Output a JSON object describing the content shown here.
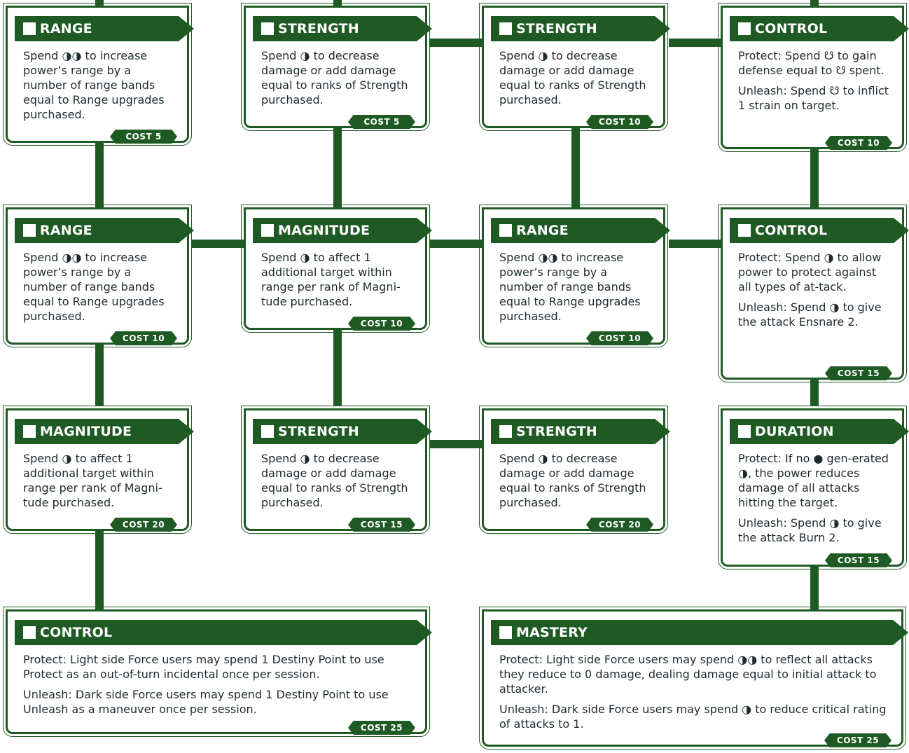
{
  "theme": {
    "accent": "#1f5a24",
    "text": "#1f2a2f"
  },
  "cards": {
    "r1c1": {
      "title": "RANGE",
      "p1": "Spend ◑◑ to increase power’s range by a number of range bands equal to Range upgrades purchased.",
      "cost": "COST 5"
    },
    "r1c2": {
      "title": "STRENGTH",
      "p1": "Spend ◑ to decrease damage or add damage equal to ranks of Strength purchased.",
      "cost": "COST 5"
    },
    "r1c3": {
      "title": "STRENGTH",
      "p1": "Spend ◑ to decrease damage or add damage equal to ranks of Strength purchased.",
      "cost": "COST 10"
    },
    "r1c4": {
      "title": "CONTROL",
      "p1": "Protect: Spend ☋ to gain defense equal to ☋ spent.",
      "p2": "Unleash: Spend ☋ to inflict 1 strain on target.",
      "cost": "COST 10"
    },
    "r2c1": {
      "title": "RANGE",
      "p1": "Spend ◑◑ to increase power’s range by a number of range bands equal to Range upgrades purchased.",
      "cost": "COST 10"
    },
    "r2c2": {
      "title": "MAGNITUDE",
      "p1": "Spend ◑ to affect 1 additional target within range per rank of Magni-tude purchased.",
      "cost": "COST 10"
    },
    "r2c3": {
      "title": "RANGE",
      "p1": "Spend ◑◑ to increase power’s range by a number of range bands equal to Range upgrades purchased.",
      "cost": "COST 10"
    },
    "r2c4": {
      "title": "CONTROL",
      "p1": "Protect: Spend ◑ to allow power to protect against all types of at-tack.",
      "p2": "Unleash: Spend ◑ to give the attack Ensnare 2.",
      "cost": "COST 15"
    },
    "r3c1": {
      "title": "MAGNITUDE",
      "p1": "Spend ◑ to affect 1 additional target within range per rank of Magni-tude purchased.",
      "cost": "COST 20"
    },
    "r3c2": {
      "title": "STRENGTH",
      "p1": "Spend ◑ to decrease damage or add damage equal to ranks of Strength purchased.",
      "cost": "COST 15"
    },
    "r3c3": {
      "title": "STRENGTH",
      "p1": "Spend ◑ to decrease damage or add damage equal to ranks of Strength purchased.",
      "cost": "COST 20"
    },
    "r3c4": {
      "title": "DURATION",
      "p1": "Protect: If no ● gen-erated ◑, the power reduces damage of all attacks hitting the target.",
      "p2": "Unleash: Spend ◑ to give the attack Burn 2.",
      "cost": "COST 15"
    },
    "r4left": {
      "title": "CONTROL",
      "p1": "Protect: Light side Force users may spend 1 Destiny Point to use Protect as an out-of-turn incidental once per session.",
      "p2": "Unleash: Dark side Force users may spend 1 Destiny Point to use Unleash as a maneuver once per session.",
      "cost": "COST 25"
    },
    "r4right": {
      "title": "MASTERY",
      "p1": "Protect: Light side Force users may spend ◑◑ to reflect all attacks they reduce to 0 damage, dealing damage equal to initial attack to attacker.",
      "p2": "Unleash: Dark side Force users may spend ◑ to reduce critical rating of attacks to 1.",
      "cost": "COST 25"
    }
  }
}
